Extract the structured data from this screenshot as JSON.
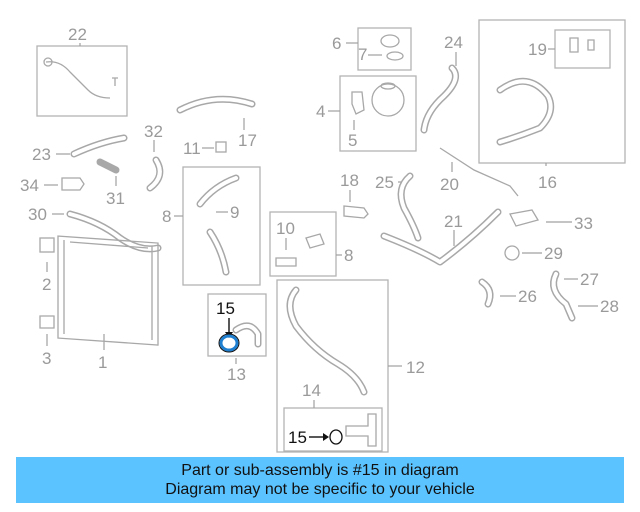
{
  "callouts": {
    "c1": "1",
    "c2": "2",
    "c3": "3",
    "c4": "4",
    "c5": "5",
    "c6": "6",
    "c7": "7",
    "c8a": "8",
    "c8b": "8",
    "c9": "9",
    "c10": "10",
    "c11": "11",
    "c12": "12",
    "c13": "13",
    "c14": "14",
    "c15a": "15",
    "c15b": "15",
    "c16": "16",
    "c17": "17",
    "c18": "18",
    "c19": "19",
    "c20": "20",
    "c21": "21",
    "c22": "22",
    "c23": "23",
    "c24": "24",
    "c25": "25",
    "c26": "26",
    "c27": "27",
    "c28": "28",
    "c29": "29",
    "c30": "30",
    "c31": "31",
    "c32": "32",
    "c33": "33",
    "c34": "34"
  },
  "banner": {
    "line1": "Part or sub-assembly is #15 in diagram",
    "line2": "Diagram may not be specific to your vehicle"
  },
  "colors": {
    "banner_bg": "#5bc3ff",
    "highlight_part": "#1e7fd0",
    "diagram_gray": "#a8a8a8"
  }
}
